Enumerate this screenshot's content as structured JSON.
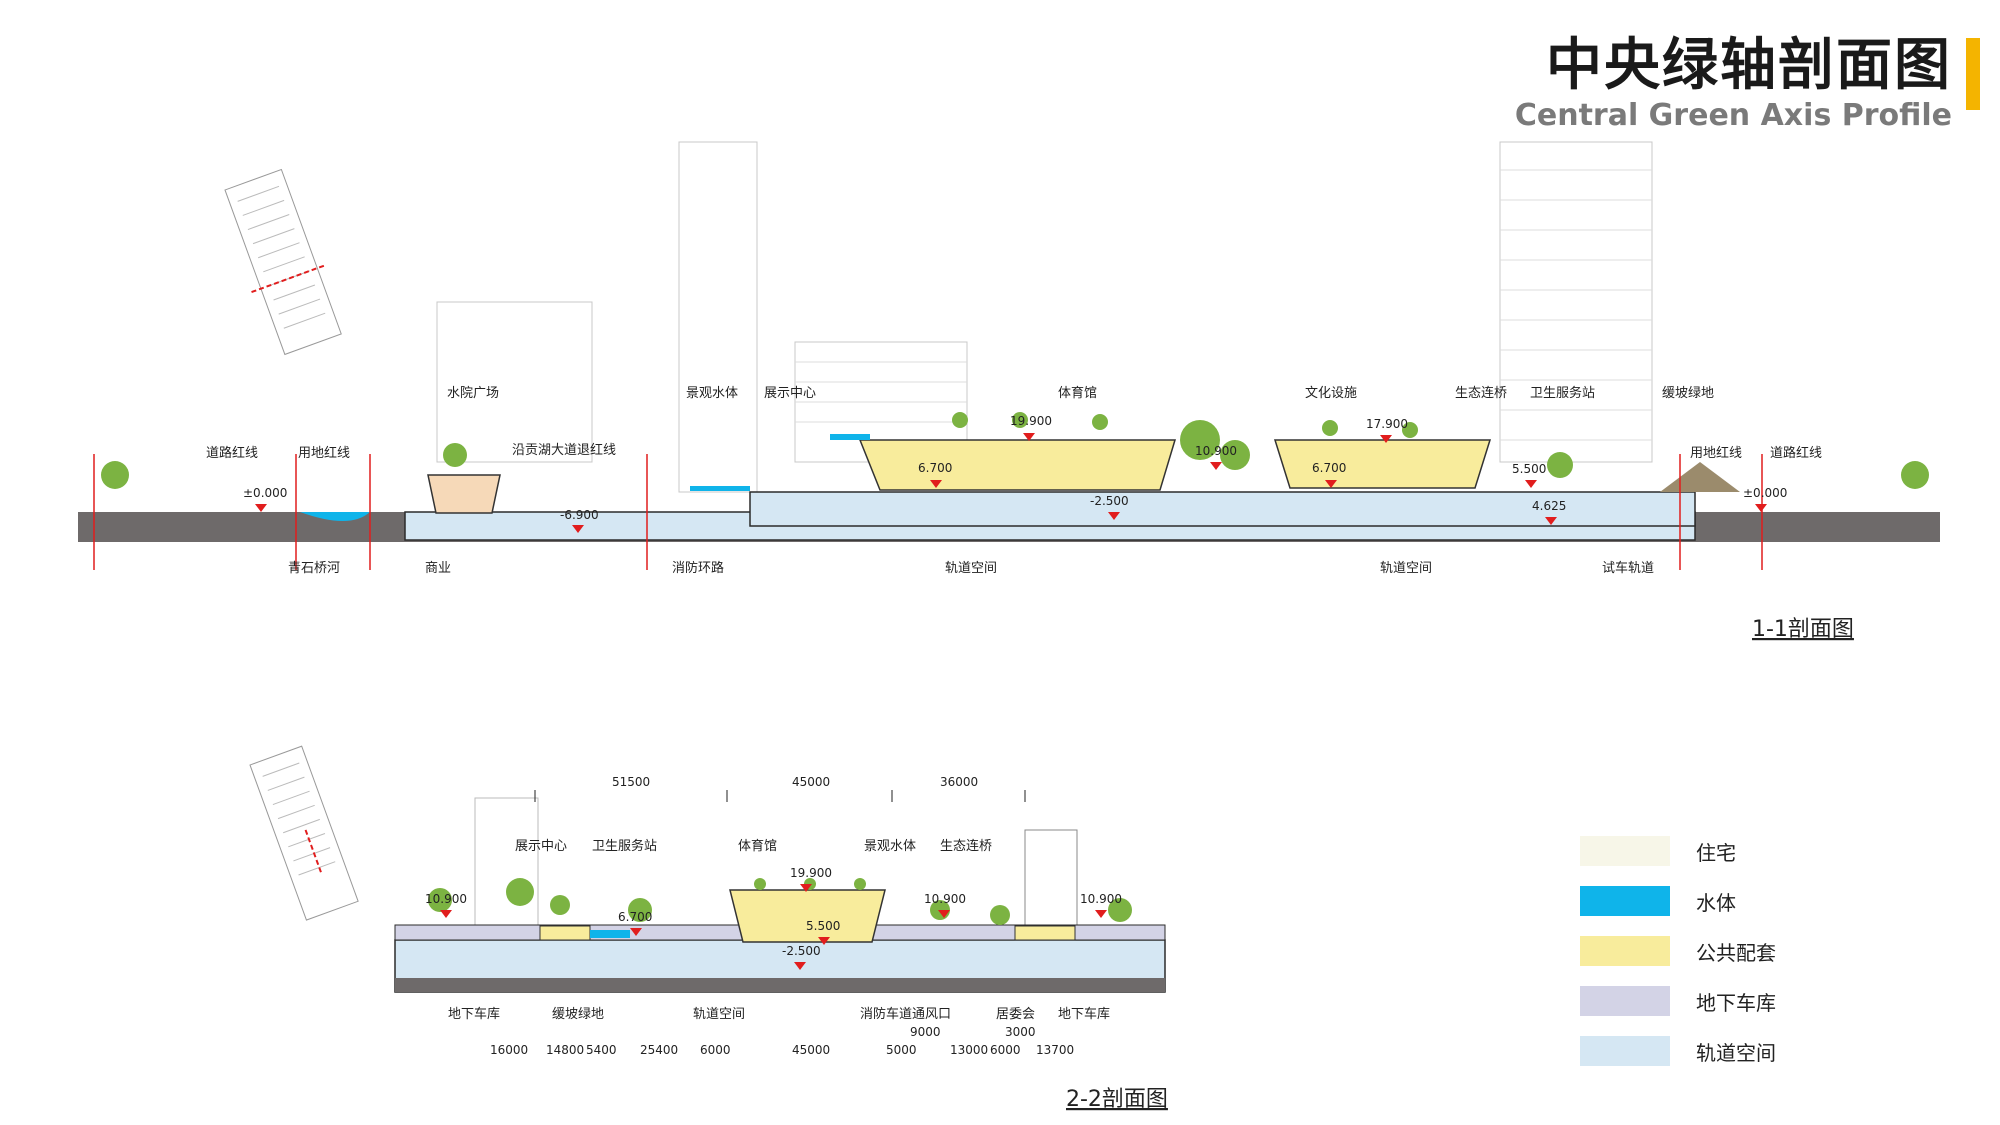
{
  "title": {
    "main": "中央绿轴剖面图",
    "sub": "Central Green Axis Profile"
  },
  "section1": {
    "title": "1-1剖面图",
    "top_labels": [
      "道路红线",
      "用地红线",
      "水院广场",
      "沿贡湖大道退红线",
      "景观水体",
      "展示中心",
      "体育馆",
      "文化设施",
      "生态连桥",
      "卫生服务站",
      "缓坡绿地",
      "用地红线",
      "道路红线"
    ],
    "bottom_labels": [
      "青石桥河",
      "商业",
      "消防环路",
      "轨道空间",
      "轨道空间",
      "试车轨道"
    ],
    "elevations": [
      "±0.000",
      "-6.900",
      "19.900",
      "6.700",
      "10.900",
      "-2.500",
      "17.900",
      "6.700",
      "5.500",
      "4.625",
      "±0.000"
    ]
  },
  "section2": {
    "title": "2-2剖面图",
    "top_labels": [
      "展示中心",
      "卫生服务站",
      "体育馆",
      "景观水体",
      "生态连桥"
    ],
    "bottom_labels": [
      "地下车库",
      "缓坡绿地",
      "轨道空间",
      "消防车道通风口",
      "居委会",
      "地下车库"
    ],
    "elevations": [
      "10.900",
      "6.700",
      "19.900",
      "5.500",
      "-2.500",
      "10.900",
      "10.900"
    ],
    "top_dims": [
      "51500",
      "45000",
      "36000"
    ],
    "bottom_dims": [
      "16000",
      "14800",
      "5400",
      "25400",
      "6000",
      "45000",
      "5000",
      "9000",
      "13000",
      "6000",
      "3000",
      "13700"
    ]
  },
  "legend": [
    {
      "label": "住宅",
      "color": "#f7f6e8"
    },
    {
      "label": "水体",
      "color": "#0fb4ea"
    },
    {
      "label": "公共配套",
      "color": "#f8ec9c"
    },
    {
      "label": "地下车库",
      "color": "#d3d3e6"
    },
    {
      "label": "轨道空间",
      "color": "#d5e7f3"
    }
  ],
  "colors": {
    "accent": "#f4b400",
    "ground": "#6e6a6a",
    "marker": "#e11d1d",
    "greenery": "#7cb342"
  }
}
